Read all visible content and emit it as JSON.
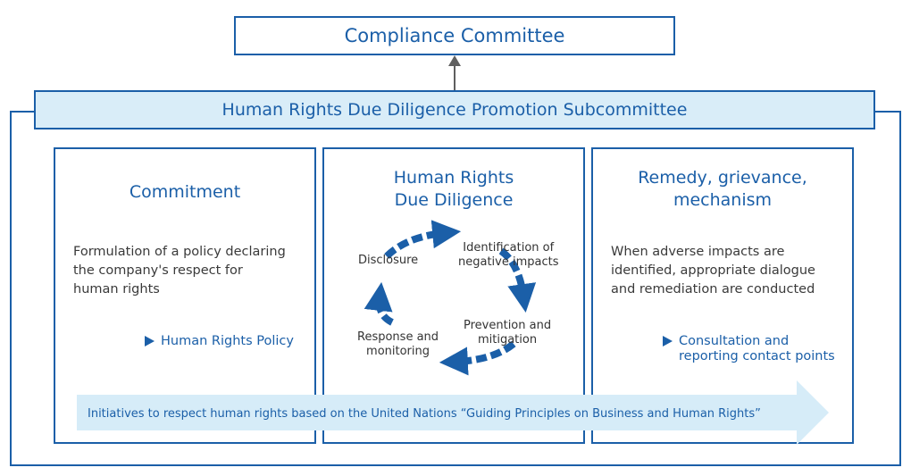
{
  "top_box": {
    "label": "Compliance Committee"
  },
  "subcommittee": {
    "label": "Human Rights Due Diligence Promotion Subcommittee"
  },
  "columns": [
    {
      "title": "Commitment",
      "text": "Formulation of a policy declaring\nthe company's respect for\nhuman rights",
      "link": "Human Rights Policy"
    },
    {
      "title": "Human Rights\nDue Diligence",
      "cycle": {
        "steps": [
          "Identification of\nnegative impacts",
          "Prevention and\nmitigation",
          "Response and\nmonitoring",
          "Disclosure"
        ]
      }
    },
    {
      "title": "Remedy, grievance,\nmechanism",
      "text": "When adverse impacts are\nidentified, appropriate dialogue\nand remediation are conducted",
      "link": "Consultation and\nreporting contact points"
    }
  ],
  "arrow_banner": {
    "text": "Initiatives to respect human rights based on the United Nations “Guiding Principles on Business and Human Rights”"
  },
  "colors": {
    "primary": "#1b5fa8",
    "light_fill": "#d9edf8",
    "arrow_fill": "#d6ecf8",
    "connector": "#5f5f5f"
  }
}
